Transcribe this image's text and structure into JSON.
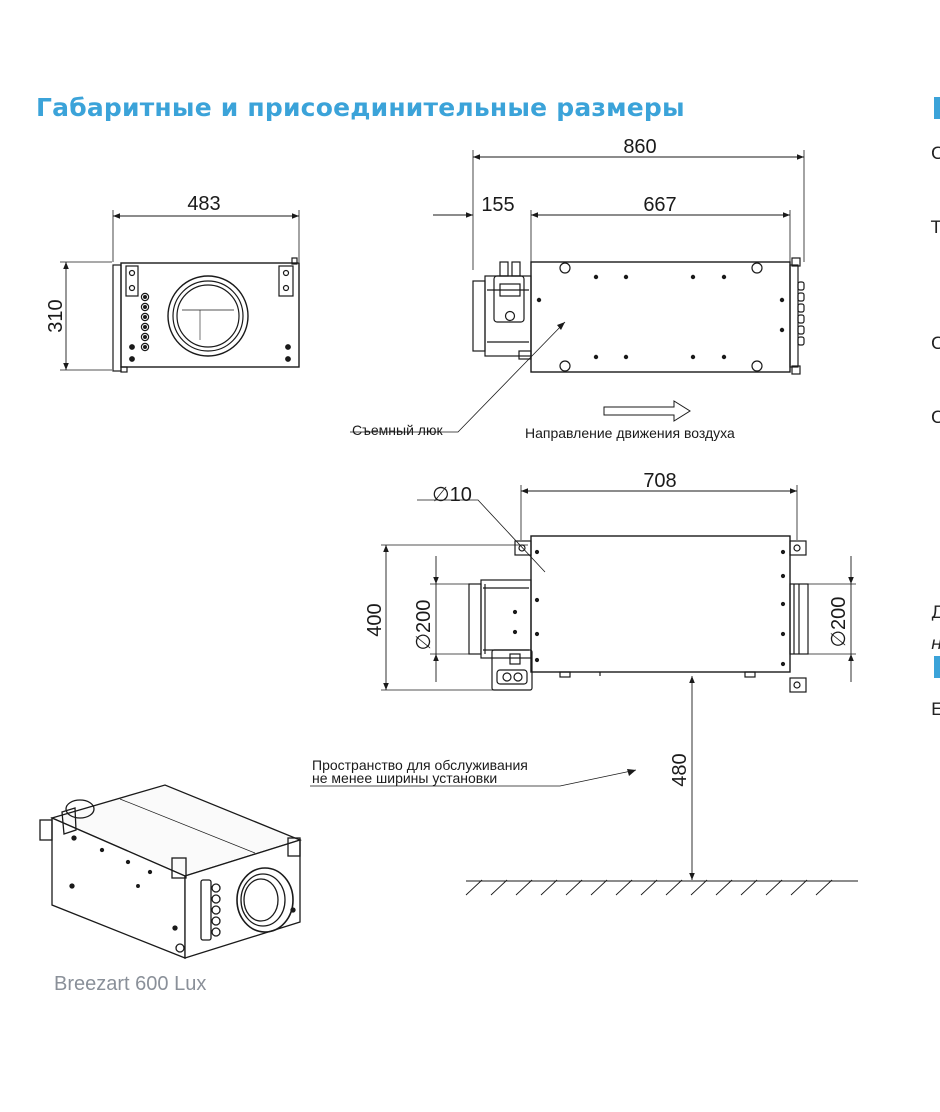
{
  "heading": "Габаритные и присоединительные размеры",
  "accent_color": "#3ba3d9",
  "dimensions": {
    "front_width": "483",
    "front_height": "310",
    "side_total_length": "860",
    "side_front_section": "155",
    "side_body_length": "667",
    "top_body_length": "708",
    "hole_diameter": "∅10",
    "top_depth": "400",
    "duct_inlet_diameter": "∅200",
    "duct_outlet_diameter": "∅200",
    "service_clearance": "480"
  },
  "notes": {
    "removable_hatch": "Съемный люк",
    "airflow_direction": "Направление движения воздуха",
    "service_space_line1": "Пространство для обслуживания",
    "service_space_line2": "не менее ширины установки"
  },
  "product_caption": "Breezart 600 Lux",
  "cut_off_right_column": [
    "С",
    "Т",
    "С",
    "С",
    "Д",
    "н",
    "Е"
  ]
}
